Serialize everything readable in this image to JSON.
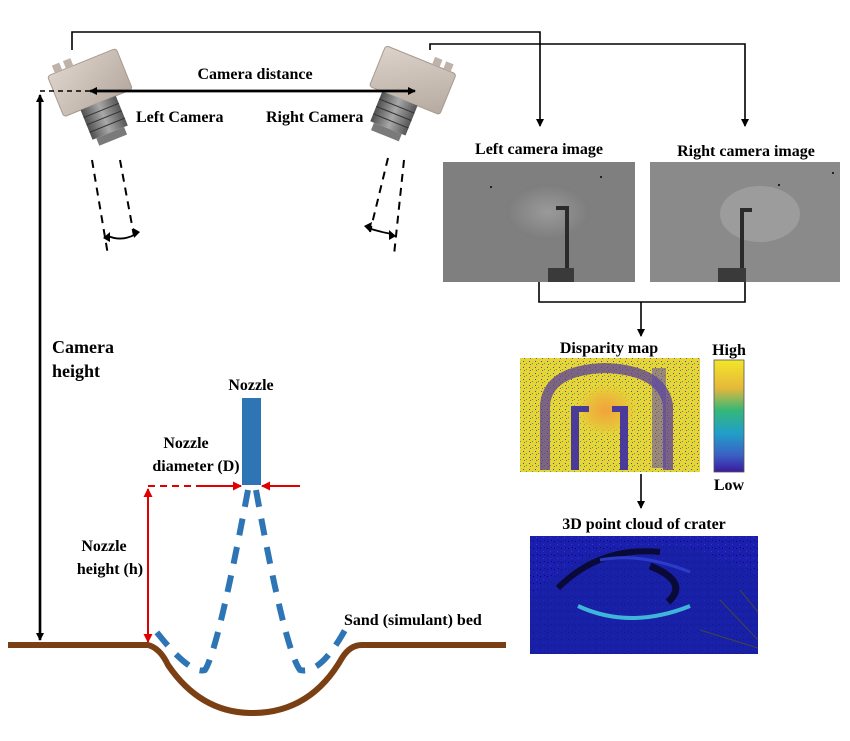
{
  "labels": {
    "camera_distance": "Camera distance",
    "left_camera": "Left Camera",
    "right_camera": "Right Camera",
    "left_camera_image": "Left camera image",
    "right_camera_image": "Right camera image",
    "disparity_map": "Disparity map",
    "colorbar_high": "High",
    "colorbar_low": "Low",
    "point_cloud": "3D point cloud of crater",
    "camera_height_line1": "Camera",
    "camera_height_line2": "height",
    "nozzle": "Nozzle",
    "nozzle_diameter_line1": "Nozzle",
    "nozzle_diameter_line2": "diameter (D)",
    "nozzle_height_line1": "Nozzle",
    "nozzle_height_line2": "height (h)",
    "sand_bed": "Sand (simulant) bed"
  },
  "colors": {
    "camera_body": "#ccc0b6",
    "camera_lens": "#6e6e6e",
    "nozzle": "#2e75b6",
    "jet_dashes": "#2e75b6",
    "sand_bed": "#7b3f14",
    "dimension_arrows": "#e00000",
    "connectors": "#000000",
    "disparity_bg": "#e8d834",
    "point_cloud_bg": "#1a1aa8"
  },
  "icons": {
    "left_camera": "camera-icon",
    "right_camera": "camera-icon"
  }
}
